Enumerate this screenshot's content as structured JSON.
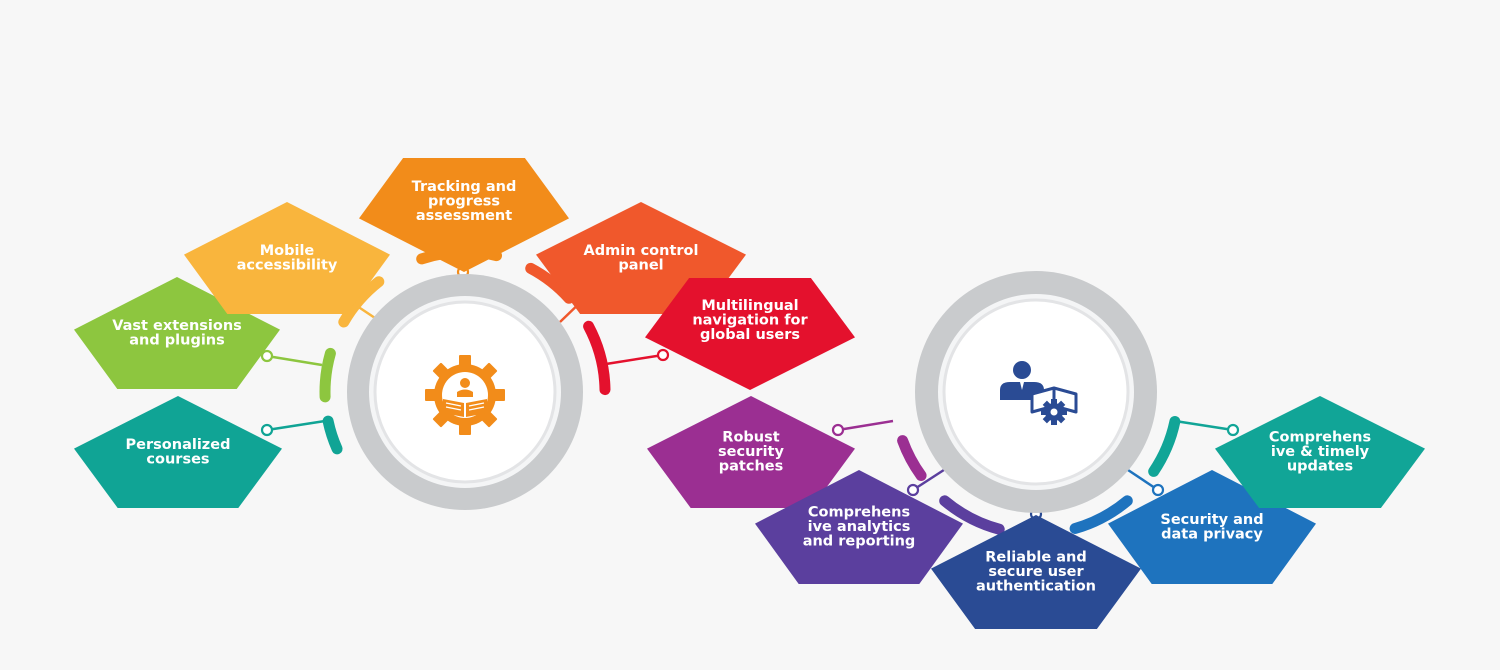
{
  "colors": {
    "yellow": "#f9b53d",
    "orange": "#f28c1a",
    "dark_orange": "#f0582c",
    "red": "#e4112d",
    "green": "#8dc63f",
    "teal": "#10a495",
    "magenta": "#9b2f92",
    "purple": "#5b3f9e",
    "navy": "#2a4b94",
    "blue": "#1e73be",
    "teal_right": "#11a597",
    "ring_grey": "#c9cbcd",
    "icon_orange": "#f28c1a",
    "icon_blue": "#2a4b94"
  },
  "left_hub": {
    "icon": "gear-book-teacher-icon",
    "features": [
      {
        "lines": [
          "Personalized",
          "courses"
        ],
        "color": "teal"
      },
      {
        "lines": [
          "Vast extensions",
          "and plugins"
        ],
        "color": "green"
      },
      {
        "lines": [
          "Mobile",
          "accessibility"
        ],
        "color": "yellow"
      },
      {
        "lines": [
          "Tracking and",
          "progress",
          "assessment"
        ],
        "color": "orange"
      },
      {
        "lines": [
          "Admin control",
          "panel"
        ],
        "color": "dark_orange"
      },
      {
        "lines": [
          "Multilingual",
          "navigation for",
          "global users"
        ],
        "color": "red"
      }
    ]
  },
  "right_hub": {
    "icon": "user-book-gear-icon",
    "features": [
      {
        "lines": [
          "Robust",
          "security",
          "patches"
        ],
        "color": "magenta"
      },
      {
        "lines": [
          "Comprehens",
          "ive analytics",
          "and reporting"
        ],
        "color": "purple"
      },
      {
        "lines": [
          "Reliable and",
          "secure user",
          "authentication"
        ],
        "color": "navy"
      },
      {
        "lines": [
          "Security and",
          "data privacy"
        ],
        "color": "blue"
      },
      {
        "lines": [
          "Comprehens",
          "ive & timely",
          "updates"
        ],
        "color": "teal_right"
      }
    ]
  }
}
